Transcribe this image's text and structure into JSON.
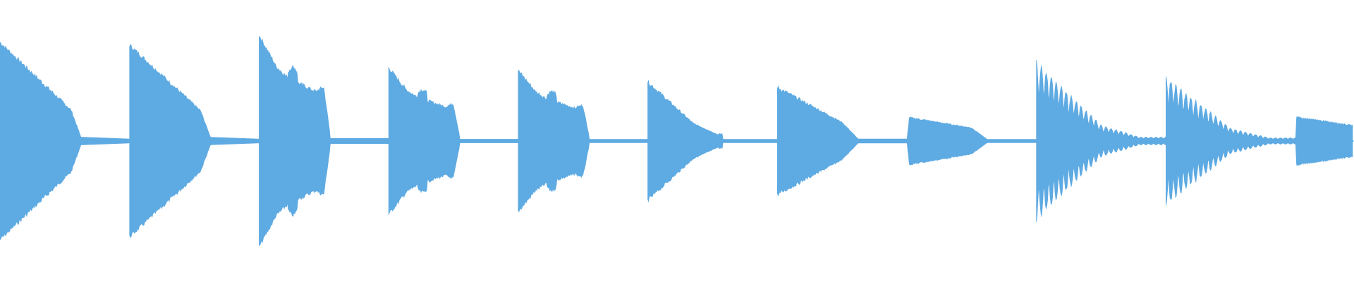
{
  "waveform": {
    "color": "#5eaae2",
    "background": "#ffffff",
    "segment_count": 11,
    "segments": [
      {
        "index": 1,
        "style": "pluck",
        "attack_amp": 0.7,
        "decay": "linear-long"
      },
      {
        "index": 2,
        "style": "pluck",
        "attack_amp": 0.68,
        "decay": "linear-long"
      },
      {
        "index": 3,
        "style": "stepped",
        "attack_amp": 0.75,
        "decay": "stepped"
      },
      {
        "index": 4,
        "style": "stepped",
        "attack_amp": 0.52,
        "decay": "stepped"
      },
      {
        "index": 5,
        "style": "stepped",
        "attack_amp": 0.5,
        "decay": "stepped"
      },
      {
        "index": 6,
        "style": "pluck",
        "attack_amp": 0.42,
        "decay": "fast"
      },
      {
        "index": 7,
        "style": "pluck",
        "attack_amp": 0.38,
        "decay": "medium"
      },
      {
        "index": 8,
        "style": "pad",
        "attack_amp": 0.17,
        "decay": "slow"
      },
      {
        "index": 9,
        "style": "tremolo",
        "attack_amp": 0.56,
        "decay": "ripple"
      },
      {
        "index": 10,
        "style": "tremolo",
        "attack_amp": 0.45,
        "decay": "ripple"
      },
      {
        "index": 11,
        "style": "pad",
        "attack_amp": 0.17,
        "decay": "cut"
      }
    ]
  }
}
